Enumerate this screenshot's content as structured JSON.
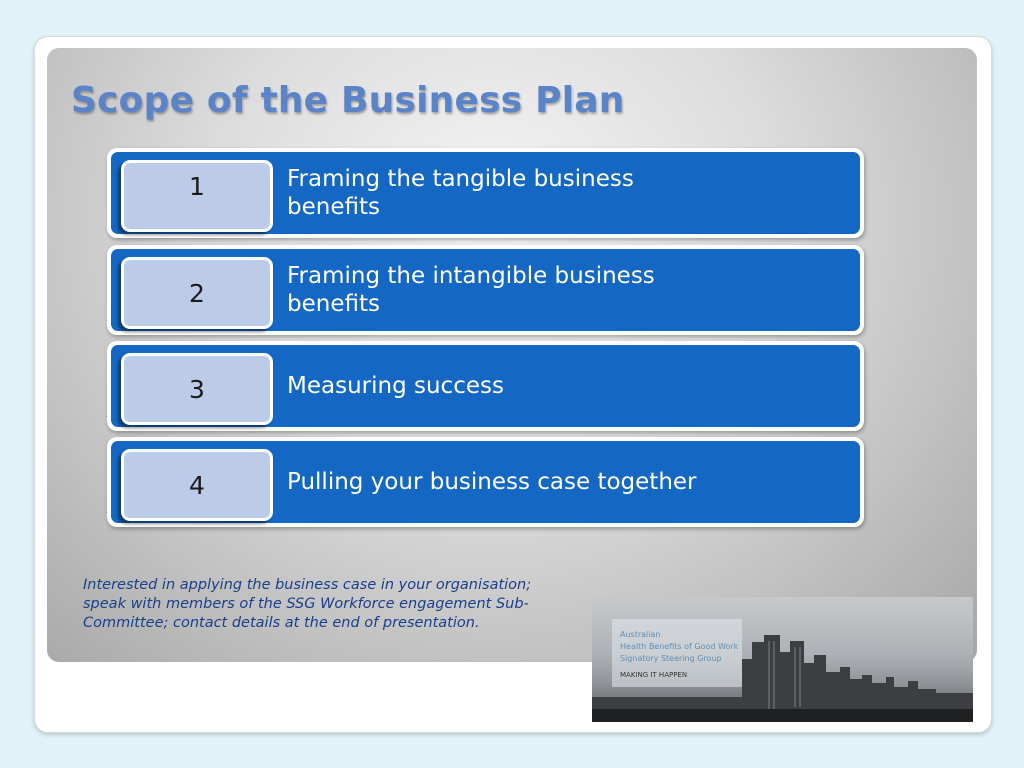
{
  "slide": {
    "title": "Scope of the Business Plan",
    "items": [
      {
        "number": "1",
        "text": "Framing the tangible business benefits"
      },
      {
        "number": "2",
        "text": "Framing the intangible business benefits"
      },
      {
        "number": "3",
        "text": "Measuring success"
      },
      {
        "number": "4",
        "text": "Pulling your business case together"
      }
    ],
    "note": "Interested in applying the business case in your organisation; speak with members of the SSG Workforce engagement Sub-Committee; contact details at the end of presentation.",
    "image": {
      "lines": [
        "Australian",
        "Health Benefits of Good Work",
        "Signatory Steering Group"
      ],
      "tagline": "MAKING IT HAPPEN"
    }
  },
  "colors": {
    "title": "#5b84c8",
    "item_bar": "#1468c4",
    "number_box": "#bccbe8",
    "note_text": "#1a3f8a"
  }
}
